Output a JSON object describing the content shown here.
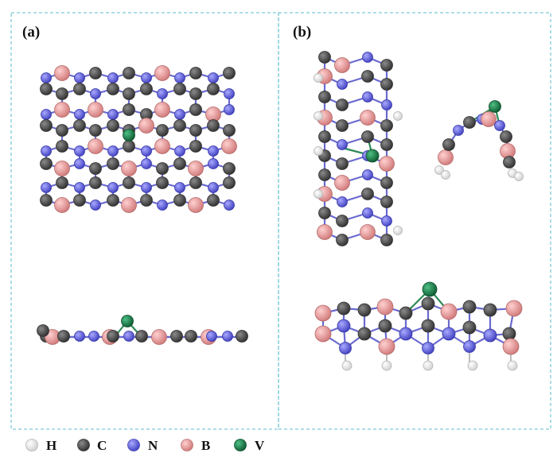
{
  "panels": [
    {
      "id": "a",
      "label": "(a)"
    },
    {
      "id": "b",
      "label": "(b)"
    }
  ],
  "legend": [
    {
      "symbol": "H",
      "label": "H",
      "color": "#f2f2f2",
      "stroke": "#b5b5b5"
    },
    {
      "symbol": "C",
      "label": "C",
      "color": "#5b5b5b",
      "stroke": "#3a3a3a"
    },
    {
      "symbol": "N",
      "label": "N",
      "color": "#6e6ee8",
      "stroke": "#4a4ab8"
    },
    {
      "symbol": "B",
      "label": "B",
      "color": "#eea0a0",
      "stroke": "#c07777"
    },
    {
      "symbol": "V",
      "label": "V",
      "color": "#1f7a4a",
      "stroke": "#0f5530"
    }
  ],
  "colors": {
    "frame": "#7ecbd9",
    "bond": "#6a6ad0",
    "vbond": "#2e8a58"
  }
}
